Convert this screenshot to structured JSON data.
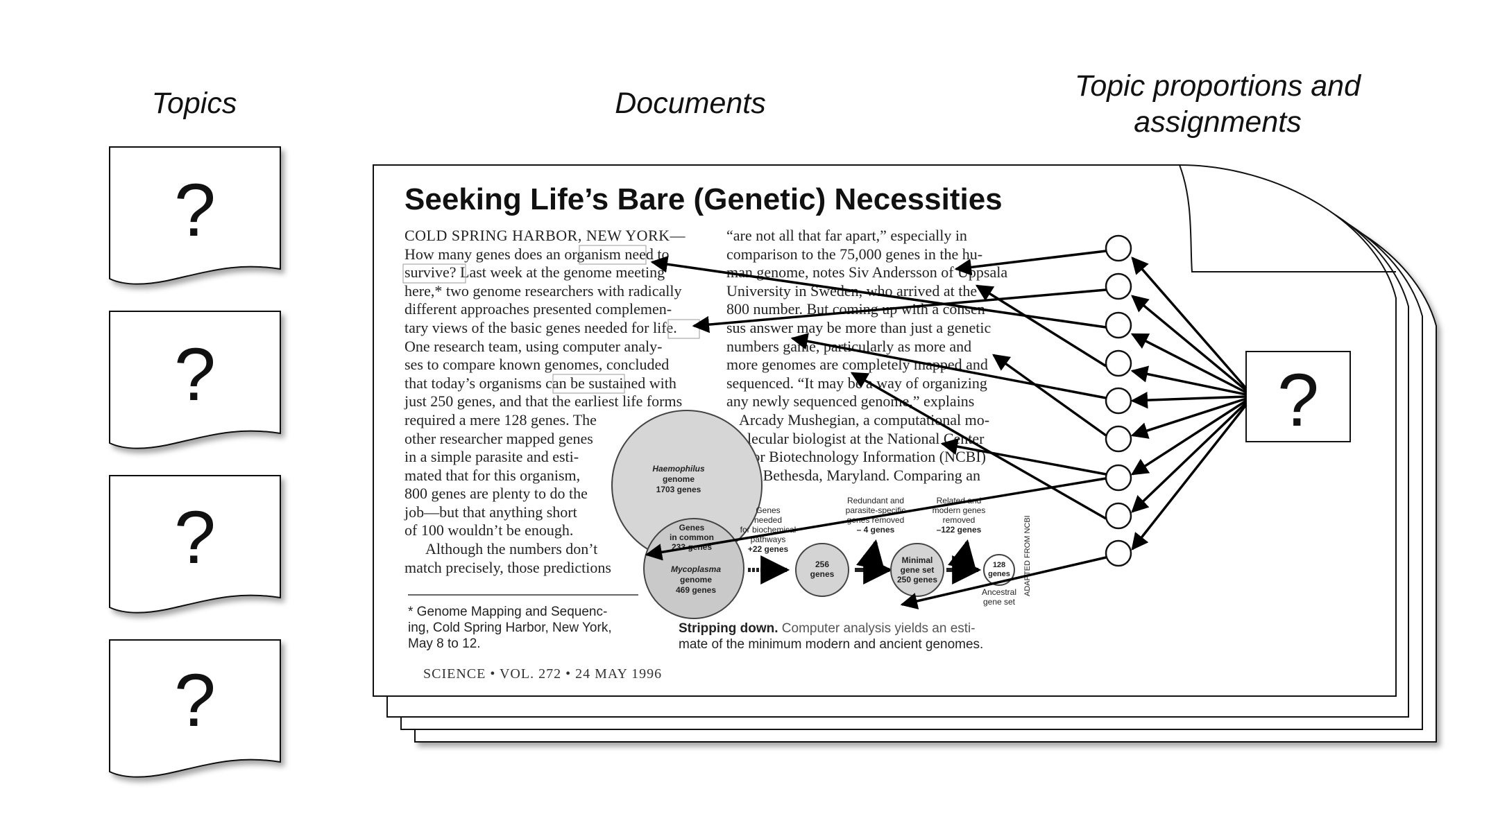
{
  "headers": {
    "topics": "Topics",
    "documents": "Documents",
    "proportions_line1": "Topic proportions and",
    "proportions_line2": "assignments"
  },
  "topic_cards": [
    "?",
    "?",
    "?",
    "?"
  ],
  "proportion_box": "?",
  "article": {
    "title": "Seeking Life’s Bare (Genetic) Necessities",
    "dateline": "COLD SPRING HARBOR, NEW YORK—",
    "left_lines": [
      "How many genes does an organism need to",
      "survive? Last week at the genome meeting",
      "here,* two genome researchers with radically",
      "different approaches presented complemen-",
      "tary views of the basic genes needed for life.",
      "One research team, using computer analy-",
      "ses to compare known genomes, concluded",
      "that today’s organisms can be sustained with",
      "just 250 genes, and that the earliest life forms",
      "required a mere 128 genes. The",
      "other researcher mapped genes",
      "in a simple parasite and esti-",
      "mated that for this organism,",
      "800 genes are plenty to do the",
      "job—but that anything short",
      "of 100 wouldn’t be enough.",
      "Although the numbers don’t",
      "match precisely, those predictions"
    ],
    "right_lines": [
      "“are not all that far apart,” especially in",
      "comparison to the 75,000 genes in the hu-",
      "man genome, notes Siv Andersson of Uppsala",
      "University in Sweden, who arrived at the",
      "800 number. But coming up with a consen-",
      "sus answer may be more than just a genetic",
      "numbers game, particularly as more and",
      "more genomes are completely mapped and",
      "sequenced. “It may be a way of organizing",
      "any newly sequenced genome,” explains",
      "Arcady Mushegian, a computational mo-",
      "lecular biologist at the National Center",
      "for Biotechnology Information (NCBI)",
      "in Bethesda, Maryland. Comparing an"
    ],
    "footnote_lines": [
      "* Genome Mapping and Sequenc-",
      "ing, Cold Spring Harbor, New York,",
      "May 8 to 12."
    ],
    "caption_bold": "Stripping down.",
    "caption_line1": " Computer analysis yields an esti-",
    "caption_line2": "mate of the minimum modern and ancient genomes.",
    "journal": "SCIENCE • VOL. 272 • 24 MAY 1996",
    "figure": {
      "haemophilus": [
        "Haemophilus",
        "genome",
        "1703 genes"
      ],
      "common": [
        "Genes",
        "in common",
        "233 genes"
      ],
      "mycoplasma": [
        "Mycoplasma",
        "genome",
        "469 genes"
      ],
      "needed": [
        "Genes",
        "needed",
        "for biochemical",
        "pathways",
        "+22 genes"
      ],
      "redundant": [
        "Redundant and",
        "parasite-specific",
        "genes removed",
        "– 4 genes"
      ],
      "related": [
        "Related and",
        "modern genes",
        "removed",
        "–122 genes"
      ],
      "c256": [
        "256",
        "genes"
      ],
      "minimal": [
        "Minimal",
        "gene set",
        "250 genes"
      ],
      "c128": [
        "128",
        "genes"
      ],
      "ancestral": [
        "Ancestral",
        "gene set"
      ],
      "credit": "ADAPTED FROM NCBI"
    }
  }
}
